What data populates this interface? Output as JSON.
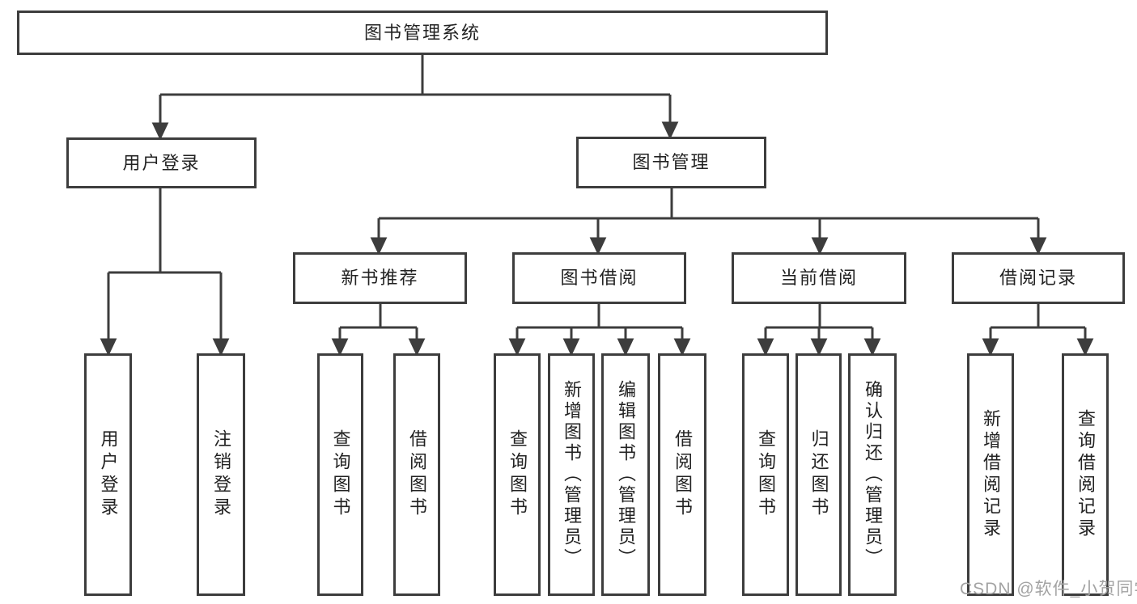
{
  "colors": {
    "line": "#3d3d3d",
    "box_border": "#3d3d3d",
    "text": "#222222",
    "watermark": "#a3a3a3",
    "background": "#ffffff"
  },
  "tree": {
    "root": {
      "label": "图书管理系统"
    },
    "branches": [
      {
        "label": "用户登录",
        "children": [
          {
            "label": "用户登录"
          },
          {
            "label": "注销登录"
          }
        ]
      },
      {
        "label": "图书管理",
        "children": [
          {
            "label": "新书推荐",
            "children": [
              {
                "label": "查询图书"
              },
              {
                "label": "借阅图书"
              }
            ]
          },
          {
            "label": "图书借阅",
            "children": [
              {
                "label": "查询图书"
              },
              {
                "label": "新增图书（管理员）"
              },
              {
                "label": "编辑图书（管理员）"
              },
              {
                "label": "借阅图书"
              }
            ]
          },
          {
            "label": "当前借阅",
            "children": [
              {
                "label": "查询图书"
              },
              {
                "label": "归还图书"
              },
              {
                "label": "确认归还（管理员）"
              }
            ]
          },
          {
            "label": "借阅记录",
            "children": [
              {
                "label": "新增借阅记录"
              },
              {
                "label": "查询借阅记录"
              }
            ]
          }
        ]
      }
    ]
  },
  "watermark": {
    "text": "CSDN @软件_小贺同学"
  }
}
